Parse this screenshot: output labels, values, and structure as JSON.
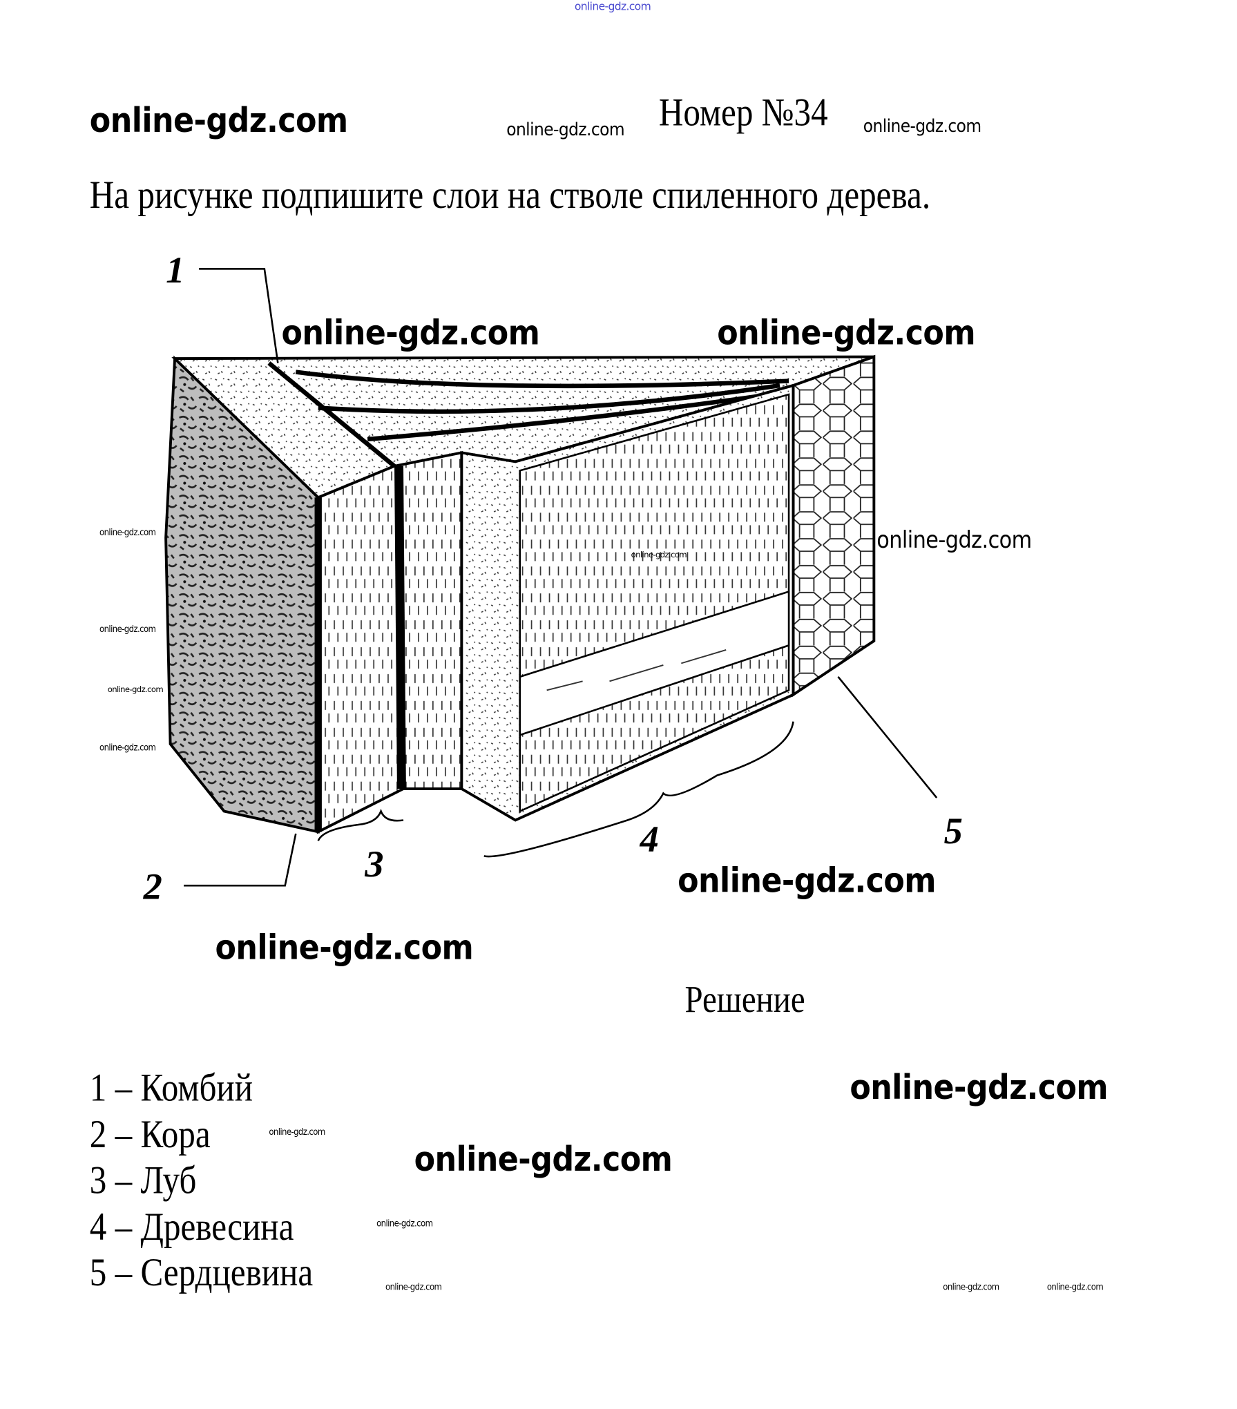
{
  "watermark": "online-gdz.com",
  "watermark_top_color": "#4a4ad0",
  "title": "Номер №34",
  "task": "На рисунке подпишите слои на стволе спиленного дерева.",
  "figure": {
    "labels": [
      "1",
      "2",
      "3",
      "4",
      "5"
    ]
  },
  "solution_heading": "Решение",
  "answers": [
    "1 – Комбий",
    "2 – Кора",
    "3 – Луб",
    "4 – Древесина",
    "5 – Сердцевина"
  ]
}
